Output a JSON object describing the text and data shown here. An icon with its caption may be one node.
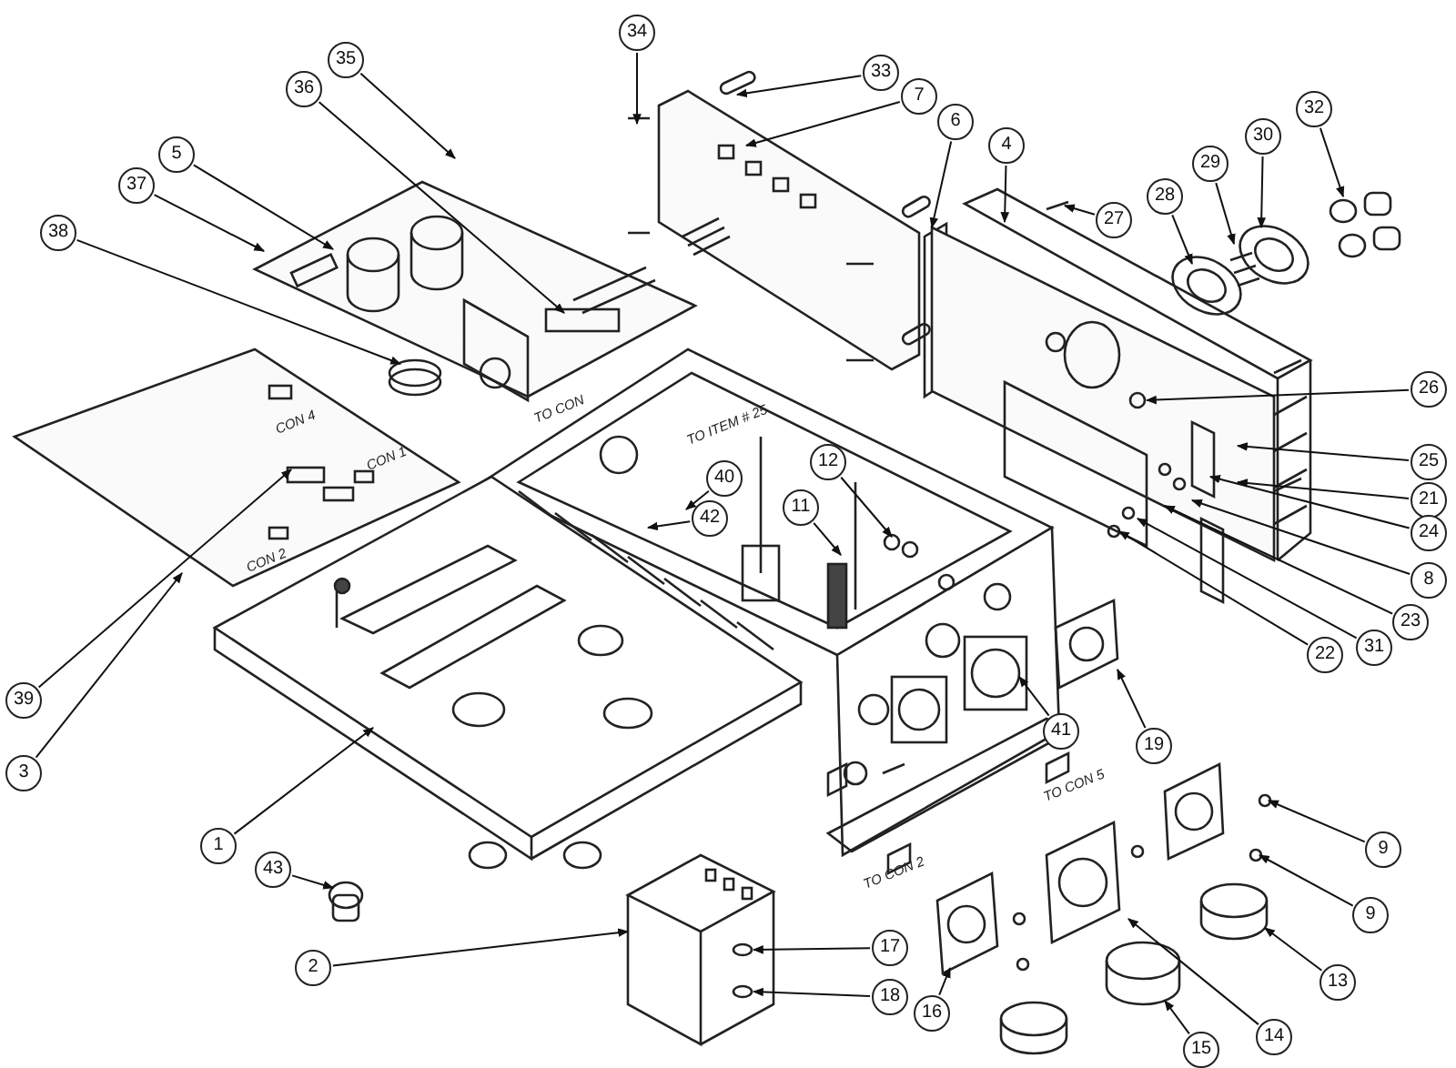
{
  "diagram": {
    "nodes": [
      {
        "text": [
          "34"
        ]
      },
      {
        "text": [
          "33"
        ]
      },
      {
        "text": [
          "7"
        ]
      },
      {
        "text": [
          "35"
        ]
      },
      {
        "text": [
          "36"
        ]
      },
      {
        "text": [
          "6"
        ]
      },
      {
        "text": [
          "4"
        ]
      },
      {
        "text": [
          "5"
        ]
      },
      {
        "text": [
          "37"
        ]
      },
      {
        "text": [
          "27"
        ]
      },
      {
        "text": [
          "28"
        ]
      },
      {
        "text": [
          "29"
        ]
      },
      {
        "text": [
          "30"
        ]
      },
      {
        "text": [
          "32"
        ]
      },
      {
        "text": [
          "38"
        ]
      },
      {
        "text": [
          "26"
        ]
      },
      {
        "text": [
          "25"
        ]
      },
      {
        "text": [
          "21"
        ]
      },
      {
        "text": [
          "24"
        ]
      },
      {
        "text": [
          "8"
        ]
      },
      {
        "text": [
          "23"
        ]
      },
      {
        "text": [
          "31"
        ]
      },
      {
        "text": [
          "22"
        ]
      },
      {
        "text": [
          "12"
        ]
      },
      {
        "text": [
          "11"
        ]
      },
      {
        "text": [
          "40"
        ]
      },
      {
        "text": [
          "42"
        ]
      },
      {
        "text": [
          "41"
        ]
      },
      {
        "text": [
          "19"
        ]
      },
      {
        "text": [
          "39"
        ]
      },
      {
        "text": [
          "3"
        ]
      },
      {
        "text": [
          "1"
        ]
      },
      {
        "text": [
          "9"
        ]
      },
      {
        "text": [
          "9"
        ]
      },
      {
        "text": [
          "13"
        ]
      },
      {
        "text": [
          "43"
        ]
      },
      {
        "text": [
          "2"
        ]
      },
      {
        "text": [
          "17"
        ]
      },
      {
        "text": [
          "18"
        ]
      },
      {
        "text": [
          "16"
        ]
      },
      {
        "text": [
          "14"
        ]
      },
      {
        "text": [
          "15"
        ]
      }
    ],
    "edges": [
      {
        "from": 0,
        "to": null,
        "arrow": "to"
      },
      {
        "from": 1,
        "to": null,
        "arrow": "to"
      },
      {
        "from": 2,
        "to": null,
        "arrow": "to"
      },
      {
        "from": 3,
        "to": null,
        "arrow": "to"
      },
      {
        "from": 4,
        "to": null,
        "arrow": "to"
      },
      {
        "from": 5,
        "to": null,
        "arrow": "to"
      },
      {
        "from": 6,
        "to": null,
        "arrow": "to"
      },
      {
        "from": 7,
        "to": null,
        "arrow": "to"
      },
      {
        "from": 8,
        "to": null,
        "arrow": "to"
      },
      {
        "from": 9,
        "to": null,
        "arrow": "to"
      },
      {
        "from": 10,
        "to": null,
        "arrow": "to"
      },
      {
        "from": 11,
        "to": null,
        "arrow": "to"
      },
      {
        "from": 12,
        "to": null,
        "arrow": "to"
      },
      {
        "from": 13,
        "to": null,
        "arrow": "to"
      },
      {
        "from": 14,
        "to": null,
        "arrow": "to"
      },
      {
        "from": 15,
        "to": null,
        "arrow": "to"
      },
      {
        "from": 16,
        "to": null,
        "arrow": "to"
      },
      {
        "from": 17,
        "to": null,
        "arrow": "to"
      },
      {
        "from": 18,
        "to": null,
        "arrow": "to"
      },
      {
        "from": 19,
        "to": null,
        "arrow": "to"
      },
      {
        "from": 20,
        "to": null,
        "arrow": "to"
      },
      {
        "from": 21,
        "to": null,
        "arrow": "to"
      },
      {
        "from": 22,
        "to": null,
        "arrow": "to"
      },
      {
        "from": 23,
        "to": null,
        "arrow": "to"
      },
      {
        "from": 24,
        "to": null,
        "arrow": "to"
      },
      {
        "from": 25,
        "to": null,
        "arrow": "to"
      },
      {
        "from": 26,
        "to": null,
        "arrow": "to"
      },
      {
        "from": 27,
        "to": null,
        "arrow": "to"
      },
      {
        "from": 28,
        "to": null,
        "arrow": "to"
      },
      {
        "from": 29,
        "to": null,
        "arrow": "to"
      },
      {
        "from": 30,
        "to": null,
        "arrow": "to"
      },
      {
        "from": 31,
        "to": null,
        "arrow": "to"
      },
      {
        "from": 32,
        "to": null,
        "arrow": "to"
      },
      {
        "from": 33,
        "to": null,
        "arrow": "to"
      },
      {
        "from": 34,
        "to": null,
        "arrow": "to"
      },
      {
        "from": 35,
        "to": null,
        "arrow": "to"
      },
      {
        "from": 36,
        "to": null,
        "arrow": "to"
      },
      {
        "from": 37,
        "to": null,
        "arrow": "to"
      },
      {
        "from": 38,
        "to": null,
        "arrow": "to"
      },
      {
        "from": 39,
        "to": null,
        "arrow": "to"
      },
      {
        "from": 40,
        "to": null,
        "arrow": "to"
      },
      {
        "from": 41,
        "to": null,
        "arrow": "to"
      }
    ],
    "labels": [
      "CON 4",
      "TO CON",
      "TO ITEM # 25",
      "CON 1",
      "CON 2",
      "TO CON 5",
      "TO CON 2"
    ]
  }
}
